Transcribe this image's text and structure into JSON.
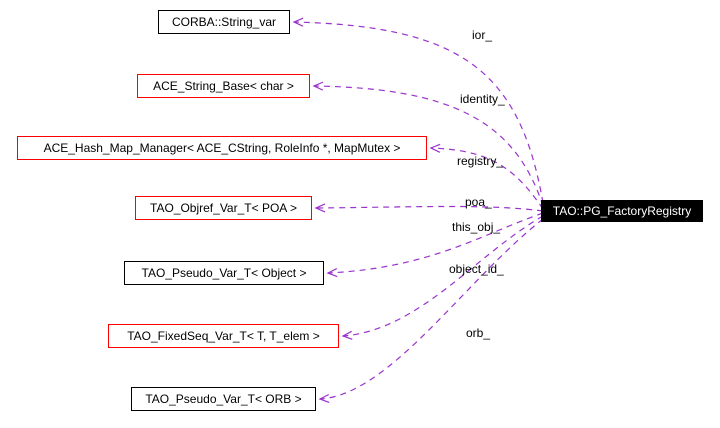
{
  "diagram": {
    "main_node": {
      "label": "TAO::PG_FactoryRegistry"
    },
    "nodes": [
      {
        "label": "CORBA::String_var",
        "style": "black"
      },
      {
        "label": "ACE_String_Base< char >",
        "style": "red"
      },
      {
        "label": "ACE_Hash_Map_Manager< ACE_CString, RoleInfo *, MapMutex >",
        "style": "red"
      },
      {
        "label": "TAO_Objref_Var_T< POA >",
        "style": "red"
      },
      {
        "label": "TAO_Pseudo_Var_T< Object >",
        "style": "black"
      },
      {
        "label": "TAO_FixedSeq_Var_T< T, T_elem >",
        "style": "red"
      },
      {
        "label": "TAO_Pseudo_Var_T< ORB >",
        "style": "black"
      }
    ],
    "edges": [
      {
        "label": "ior_"
      },
      {
        "label": "identity_"
      },
      {
        "label": "registry_"
      },
      {
        "label": "poa_"
      },
      {
        "label": "this_obj_"
      },
      {
        "label": "object_id_"
      },
      {
        "label": "orb_"
      }
    ],
    "colors": {
      "edge": "#9a32cd",
      "red_border": "#ff0000",
      "black_border": "#000000",
      "main_bg": "#000000",
      "main_text": "#ffffff"
    }
  }
}
